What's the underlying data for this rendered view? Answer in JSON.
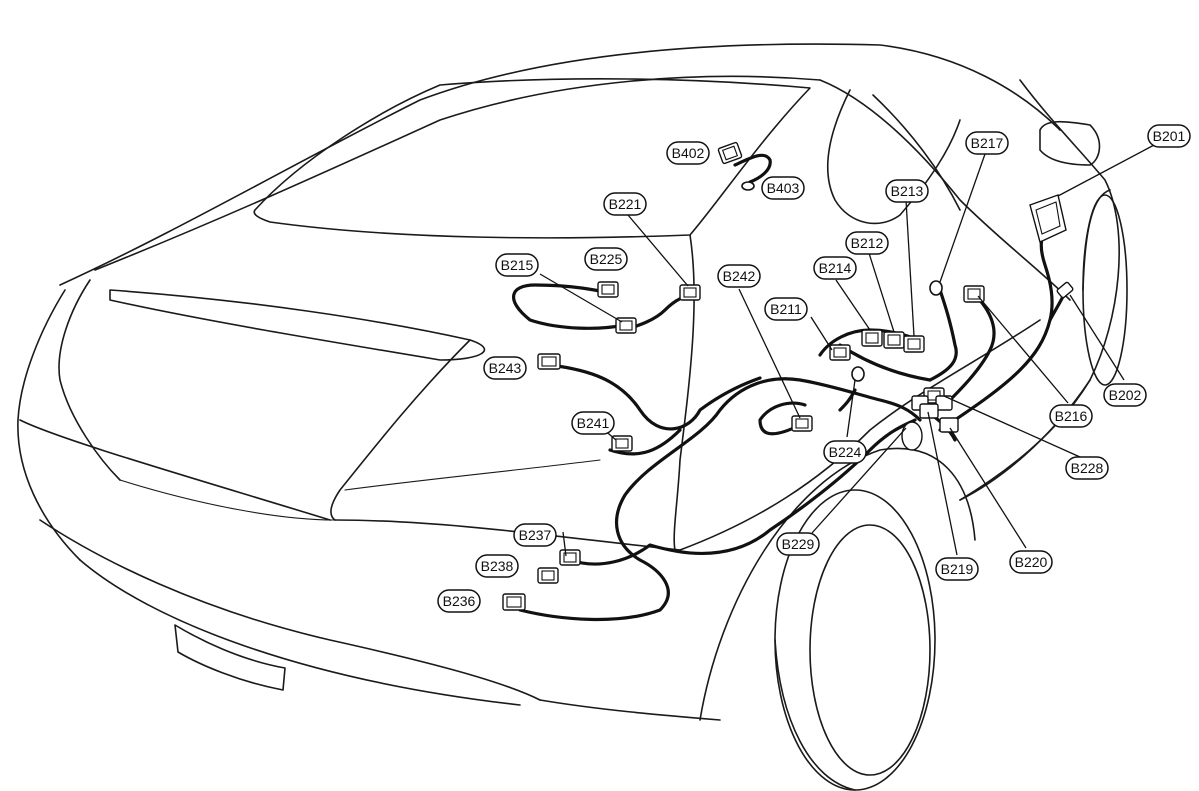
{
  "labels": {
    "b201": "B201",
    "b202": "B202",
    "b211": "B211",
    "b212": "B212",
    "b213": "B213",
    "b214": "B214",
    "b215": "B215",
    "b216": "B216",
    "b217": "B217",
    "b219": "B219",
    "b220": "B220",
    "b221": "B221",
    "b224": "B224",
    "b225": "B225",
    "b228": "B228",
    "b229": "B229",
    "b236": "B236",
    "b237": "B237",
    "b238": "B238",
    "b241": "B241",
    "b242": "B242",
    "b243": "B243",
    "b402": "B402",
    "b403": "B403"
  }
}
